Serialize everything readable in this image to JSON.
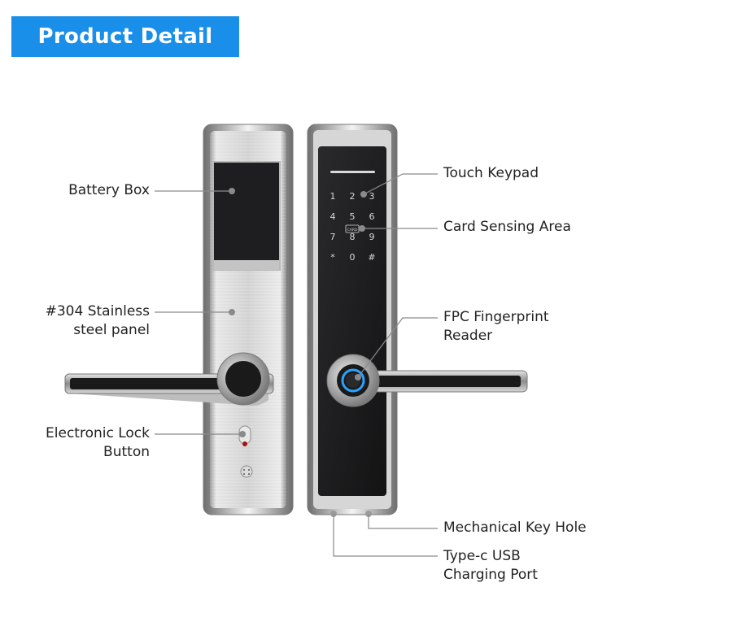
{
  "header": {
    "title": "Product Detail",
    "accent_color": "#1a8fe9"
  },
  "keypad": {
    "keys": [
      "1",
      "2",
      "3",
      "4",
      "5",
      "6",
      "7",
      "8",
      "9",
      "*",
      "0",
      "#"
    ],
    "card_icon_text": "CARD"
  },
  "callouts_left": {
    "battery_box": "Battery Box",
    "stainless_line1": "#304 Stainless",
    "stainless_line2": "steel panel",
    "lock_button_line1": "Electronic Lock",
    "lock_button_line2": "Button"
  },
  "callouts_right": {
    "touch_keypad": "Touch Keypad",
    "card_sensing": "Card Sensing Area",
    "fingerprint_line1": "FPC Fingerprint",
    "fingerprint_line2": "Reader",
    "key_hole": "Mechanical Key Hole",
    "usb_line1": "Type-c USB",
    "usb_line2": "Charging Port"
  },
  "colors": {
    "leader_line": "#8a8a8a",
    "fingerprint_ring": "#2aa3ff",
    "steel": "#cfcfcf",
    "glass": "#1c1c1e"
  }
}
